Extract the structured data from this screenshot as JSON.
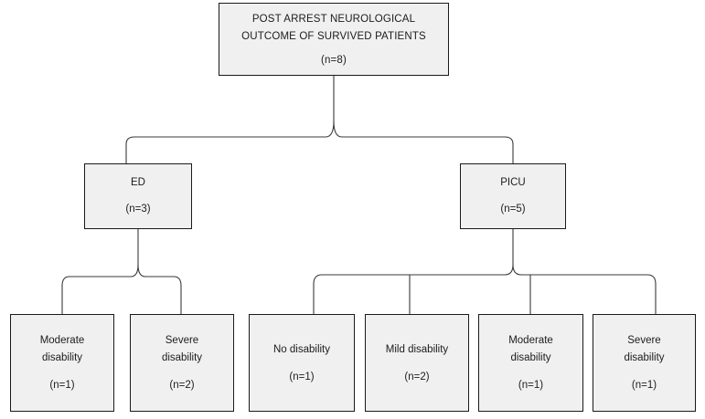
{
  "diagram": {
    "type": "flowchart",
    "orientation": "top-down",
    "style": {
      "node_fill": "#f0f0f0",
      "node_border": "#1a1a1a",
      "connector_color": "#3a3a3a",
      "text_color": "#1c1c1c",
      "background": "#ffffff"
    },
    "root": {
      "title": "POST ARREST NEUROLOGICAL\nOUTCOME OF SURVIVED PATIENTS",
      "count": "(n=8)",
      "n": 8
    },
    "branches": [
      {
        "title": "ED",
        "count": "(n=3)",
        "n": 3,
        "children": [
          {
            "title": "Moderate\ndisability",
            "count": "(n=1)",
            "n": 1
          },
          {
            "title": "Severe\ndisability",
            "count": "(n=2)",
            "n": 2
          }
        ]
      },
      {
        "title": "PICU",
        "count": "(n=5)",
        "n": 5,
        "children": [
          {
            "title": "No disability",
            "count": "(n=1)",
            "n": 1
          },
          {
            "title": "Mild disability",
            "count": "(n=2)",
            "n": 2
          },
          {
            "title": "Moderate\ndisability",
            "count": "(n=1)",
            "n": 1
          },
          {
            "title": "Severe\ndisability",
            "count": "(n=1)",
            "n": 1
          }
        ]
      }
    ]
  }
}
